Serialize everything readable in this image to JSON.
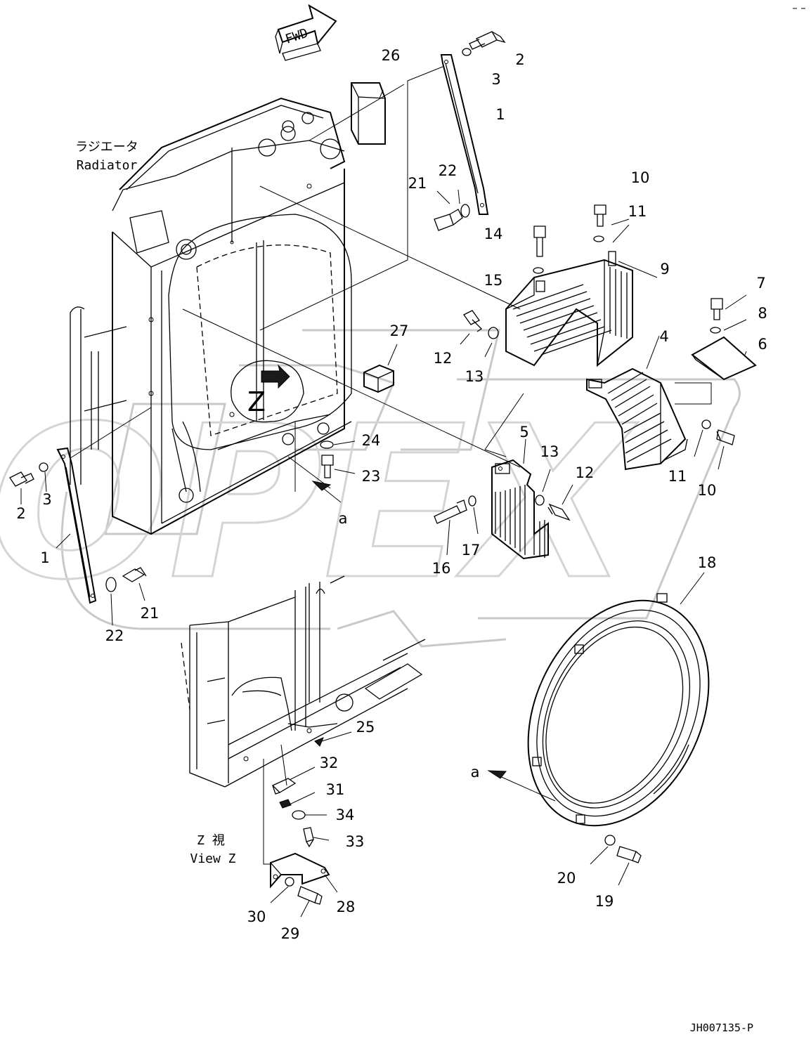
{
  "labels": {
    "radiator_jp": "ラジエータ",
    "radiator_en": "Radiator",
    "view_jp": "Z  視",
    "view_en": "View Z",
    "fwd": "FWD",
    "z_marker": "Z",
    "a_top": "a",
    "a_bottom": "a",
    "drawing_code": "JH007135-P",
    "watermark": "OPEX"
  },
  "callouts": [
    {
      "id": "c-26",
      "text": "26"
    },
    {
      "id": "c-2-top",
      "text": "2"
    },
    {
      "id": "c-3-top",
      "text": "3"
    },
    {
      "id": "c-1-top",
      "text": "1"
    },
    {
      "id": "c-22-top",
      "text": "22"
    },
    {
      "id": "c-21-top",
      "text": "21"
    },
    {
      "id": "c-10-top",
      "text": "10"
    },
    {
      "id": "c-11-top",
      "text": "11"
    },
    {
      "id": "c-14",
      "text": "14"
    },
    {
      "id": "c-9",
      "text": "9"
    },
    {
      "id": "c-15",
      "text": "15"
    },
    {
      "id": "c-7",
      "text": "7"
    },
    {
      "id": "c-8",
      "text": "8"
    },
    {
      "id": "c-6",
      "text": "6"
    },
    {
      "id": "c-4",
      "text": "4"
    },
    {
      "id": "c-27",
      "text": "27"
    },
    {
      "id": "c-12-top",
      "text": "12"
    },
    {
      "id": "c-13-top",
      "text": "13"
    },
    {
      "id": "c-24",
      "text": "24"
    },
    {
      "id": "c-23",
      "text": "23"
    },
    {
      "id": "c-5",
      "text": "5"
    },
    {
      "id": "c-13-mid",
      "text": "13"
    },
    {
      "id": "c-12-mid",
      "text": "12"
    },
    {
      "id": "c-11-bot",
      "text": "11"
    },
    {
      "id": "c-10-bot",
      "text": "10"
    },
    {
      "id": "c-17",
      "text": "17"
    },
    {
      "id": "c-16",
      "text": "16"
    },
    {
      "id": "c-2-left",
      "text": "2"
    },
    {
      "id": "c-3-left",
      "text": "3"
    },
    {
      "id": "c-1-left",
      "text": "1"
    },
    {
      "id": "c-21-left",
      "text": "21"
    },
    {
      "id": "c-22-left",
      "text": "22"
    },
    {
      "id": "c-18",
      "text": "18"
    },
    {
      "id": "c-25",
      "text": "25"
    },
    {
      "id": "c-32",
      "text": "32"
    },
    {
      "id": "c-31",
      "text": "31"
    },
    {
      "id": "c-34",
      "text": "34"
    },
    {
      "id": "c-33",
      "text": "33"
    },
    {
      "id": "c-28",
      "text": "28"
    },
    {
      "id": "c-30",
      "text": "30"
    },
    {
      "id": "c-29",
      "text": "29"
    },
    {
      "id": "c-20",
      "text": "20"
    },
    {
      "id": "c-19",
      "text": "19"
    }
  ]
}
